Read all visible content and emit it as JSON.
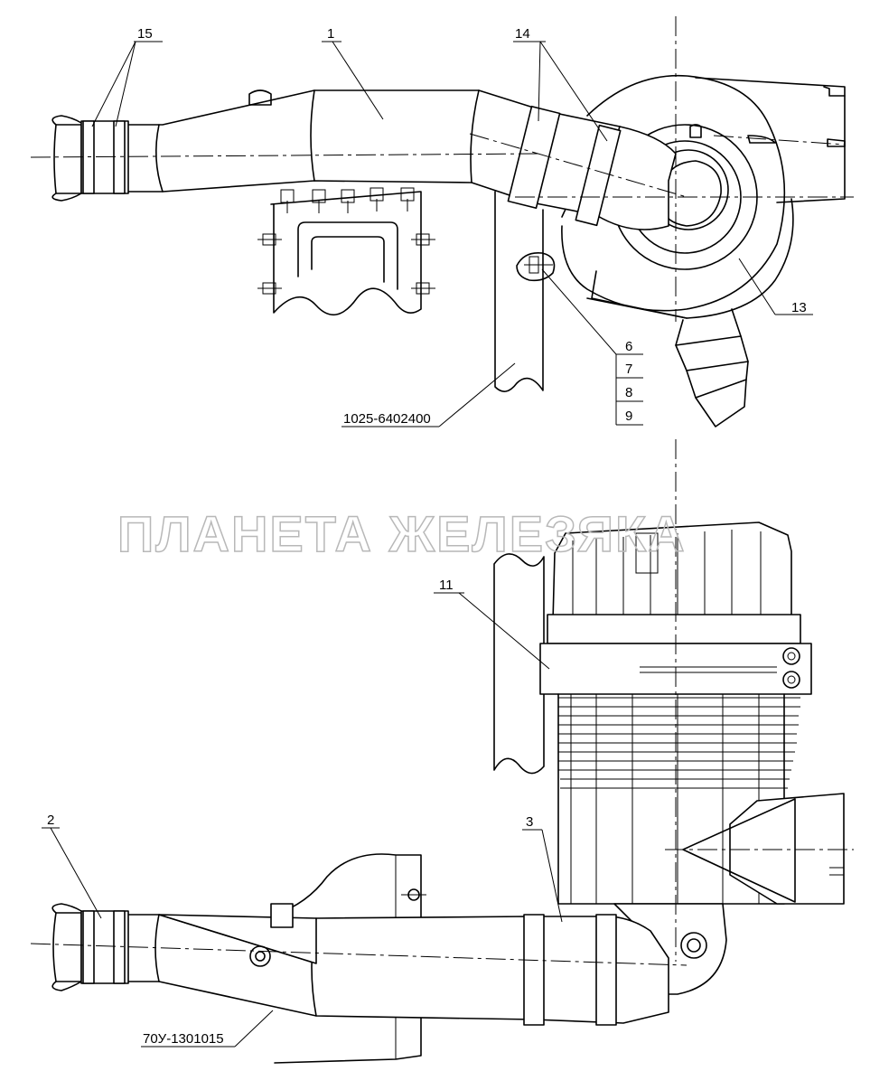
{
  "watermark": "ПЛАНЕТА ЖЕЛЕЗЯКА",
  "callouts": {
    "c15": "15",
    "c1": "1",
    "c14": "14",
    "c13": "13",
    "c6": "6",
    "c7": "7",
    "c8": "8",
    "c9": "9",
    "c11": "11",
    "c2": "2",
    "c3": "3"
  },
  "part_numbers": {
    "bracket": "1025-6402400",
    "pipe": "70У-1301015"
  },
  "colors": {
    "line": "#000000",
    "background": "#ffffff",
    "watermark": "#b8b8b8"
  }
}
